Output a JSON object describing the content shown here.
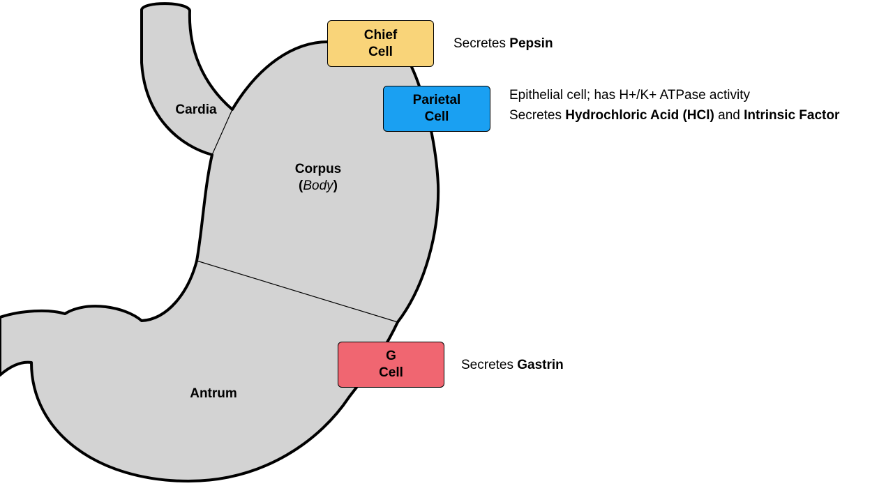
{
  "colors": {
    "stomach_fill": "#d3d3d3",
    "chief_cell": "#f9d479",
    "parietal_cell": "#1aa0f2",
    "g_cell": "#f06671"
  },
  "regions": {
    "cardia": "Cardia",
    "corpus": "Corpus",
    "corpus_sub_open": "(",
    "corpus_sub_italic": "Body",
    "corpus_sub_close": ")",
    "antrum": "Antrum"
  },
  "cells": {
    "chief": {
      "line1": "Chief",
      "line2": "Cell",
      "desc_prefix": "Secretes ",
      "desc_bold": "Pepsin"
    },
    "parietal": {
      "line1": "Parietal",
      "line2": "Cell",
      "desc_line1": "Epithelial cell; has H+/K+ ATPase activity",
      "desc_line2_prefix": "Secretes ",
      "desc_line2_bold1": "Hydrochloric Acid (HCl)",
      "desc_line2_mid": " and ",
      "desc_line2_bold2": "Intrinsic Factor"
    },
    "g": {
      "line1": "G",
      "line2": "Cell",
      "desc_prefix": "Secretes ",
      "desc_bold": "Gastrin"
    }
  }
}
